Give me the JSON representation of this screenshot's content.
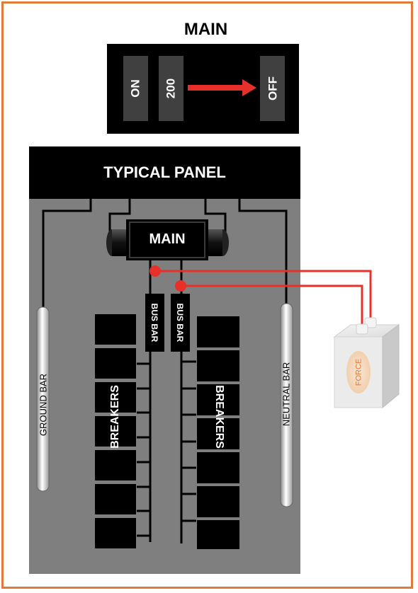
{
  "switch": {
    "title": "MAIN",
    "on_label": "ON",
    "rating_label": "200",
    "off_label": "OFF"
  },
  "panel": {
    "title": "TYPICAL PANEL",
    "main_label": "MAIN",
    "bus_bar_left": "BUS BAR",
    "bus_bar_right": "BUS BAR",
    "breakers_left": "BREAKERS",
    "breakers_right": "BREAKERS",
    "ground_bar": "GROUND BAR",
    "neutral_bar": "NEUTRAL BAR"
  },
  "device": {
    "label": "FORCE"
  },
  "colors": {
    "frame": "#e07b39",
    "panel_bg": "#7f7f7f",
    "wire_red": "#e8302a",
    "arrow_red": "#e8302a",
    "device_label": "#e07b39"
  }
}
